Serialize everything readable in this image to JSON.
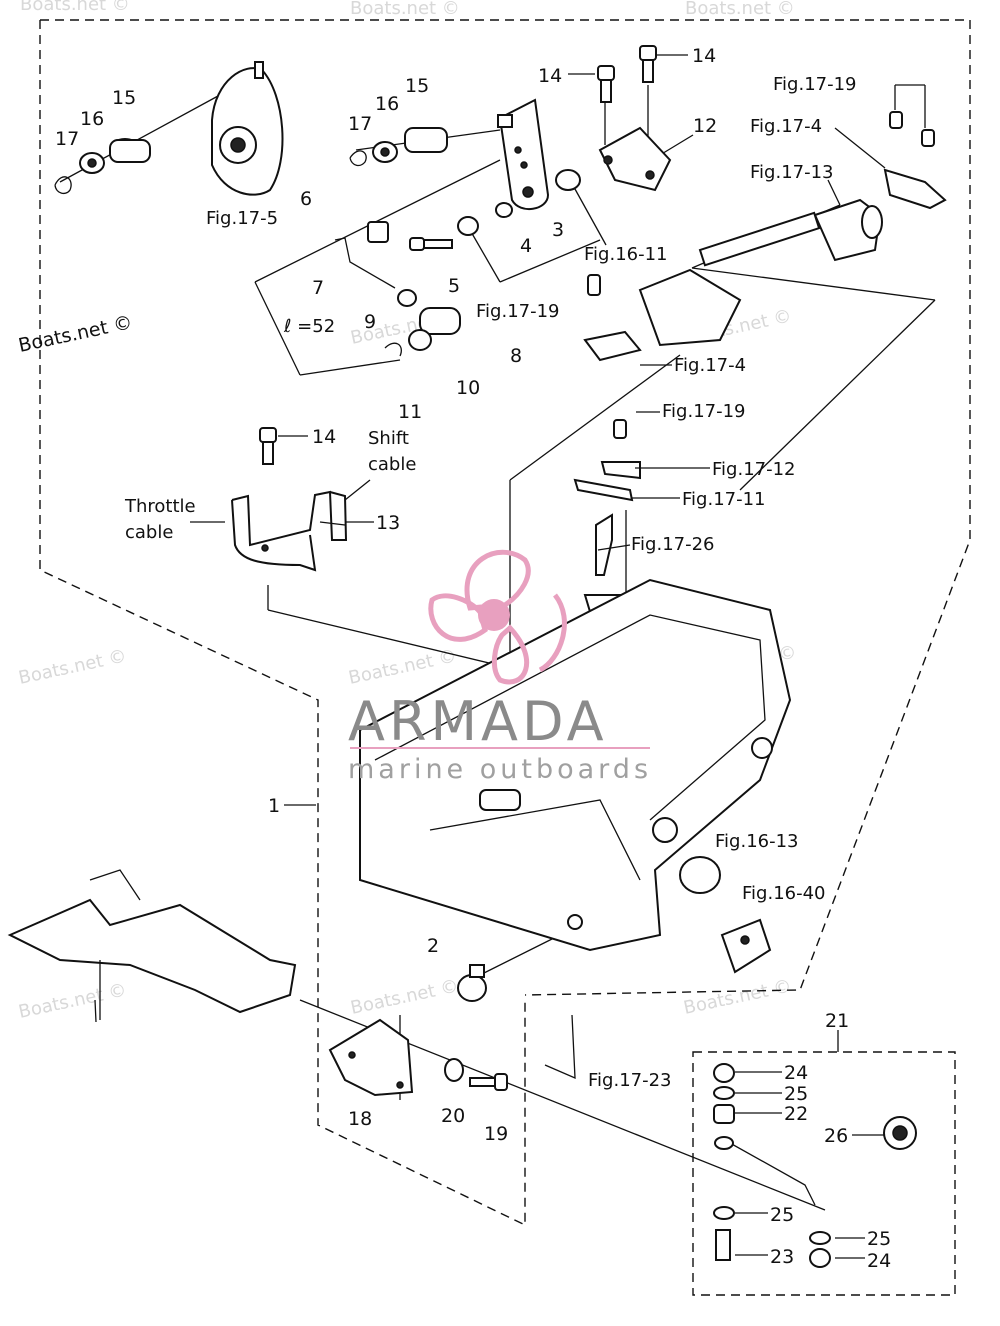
{
  "watermarks": {
    "site": "Boats.net ©",
    "brand": "ARMADA",
    "brand_tagline": "marine outboards"
  },
  "callouts": {
    "n1": "1",
    "n2": "2",
    "n3": "3",
    "n4": "4",
    "n5": "5",
    "n6": "6",
    "n7": "7",
    "n8": "8",
    "n9": "9",
    "n10": "10",
    "n11": "11",
    "n12": "12",
    "n13": "13",
    "n14": "14",
    "n15": "15",
    "n16": "16",
    "n17": "17",
    "n18": "18",
    "n19": "19",
    "n20": "20",
    "n21": "21",
    "n22": "22",
    "n23": "23",
    "n24": "24",
    "n25": "25",
    "n26": "26"
  },
  "figure_refs": {
    "f17_5": "Fig.17-5",
    "f17_19": "Fig.17-19",
    "f17_4": "Fig.17-4",
    "f17_13": "Fig.17-13",
    "f16_11": "Fig.16-11",
    "f17_12": "Fig.17-12",
    "f17_11": "Fig.17-11",
    "f17_26": "Fig.17-26",
    "f16_13": "Fig.16-13",
    "f16_40": "Fig.16-40",
    "f17_23": "Fig.17-23"
  },
  "notes": {
    "length": "ℓ =52",
    "shift_cable_1": "Shift",
    "shift_cable_2": "cable",
    "throttle_cable_1": "Throttle",
    "throttle_cable_2": "cable"
  },
  "colors": {
    "ink": "#111111",
    "watermark": "#d8d8d8",
    "logo_pink": "#e8a0bf",
    "logo_gray": "#8a8a8a"
  },
  "icons": {
    "logo": "propeller-logo-icon"
  }
}
